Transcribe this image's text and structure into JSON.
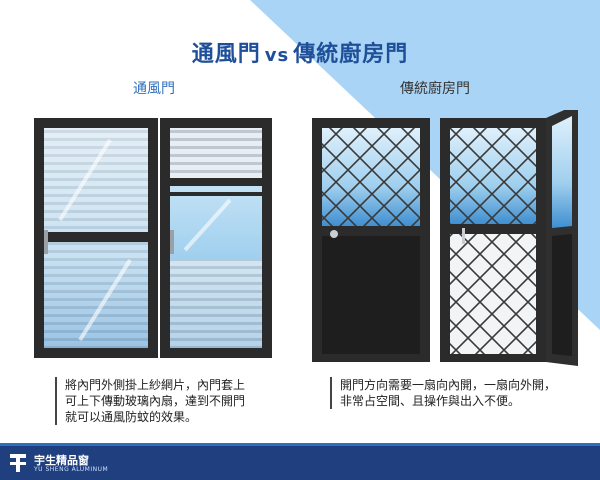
{
  "title": {
    "left": "通風門",
    "vs": "vs",
    "right": "傳統廚房門"
  },
  "labels": {
    "left": "通風門",
    "right": "傳統廚房門"
  },
  "descriptions": {
    "left": [
      "將內門外側掛上紗網片，內門套上",
      "可上下傳動玻璃內扇，達到不開門",
      "就可以通風防蚊的效果。"
    ],
    "right": [
      "開門方向需要一扇向內開，一扇向外開，",
      "非常占空間、且操作與出入不便。"
    ]
  },
  "footer": {
    "brand_name": "宇生精品窗",
    "brand_sub": "YU SHENG ALUMINUM"
  },
  "colors": {
    "title": "#1f4f99",
    "accent_blue": "#2f6fbf",
    "footer_bg": "#1f3f7f",
    "door_frame": "#2b2b2b"
  },
  "icons": [
    "brand-logo-icon"
  ]
}
